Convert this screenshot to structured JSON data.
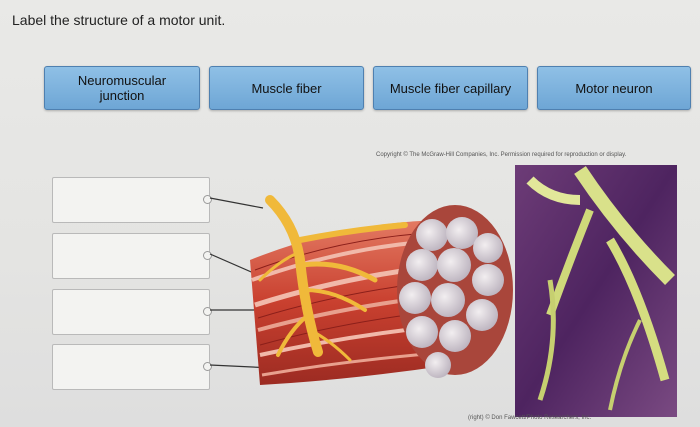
{
  "prompt": "Label the structure of a motor unit.",
  "tiles": [
    {
      "label": "Neuromuscular junction"
    },
    {
      "label": "Muscle fiber"
    },
    {
      "label": "Muscle fiber capillary"
    },
    {
      "label": "Motor neuron"
    }
  ],
  "figure": {
    "copyright": "Copyright © The McGraw-Hill Companies, Inc. Permission required for reproduction or display.",
    "photo_credit": "(right) © Don Fawcett/Photo Researchers, Inc."
  },
  "colors": {
    "tile": "#7fb3de",
    "muscle": "#c9402f",
    "nerve": "#f0b93a",
    "photo_bg": "#5b2d6b"
  }
}
